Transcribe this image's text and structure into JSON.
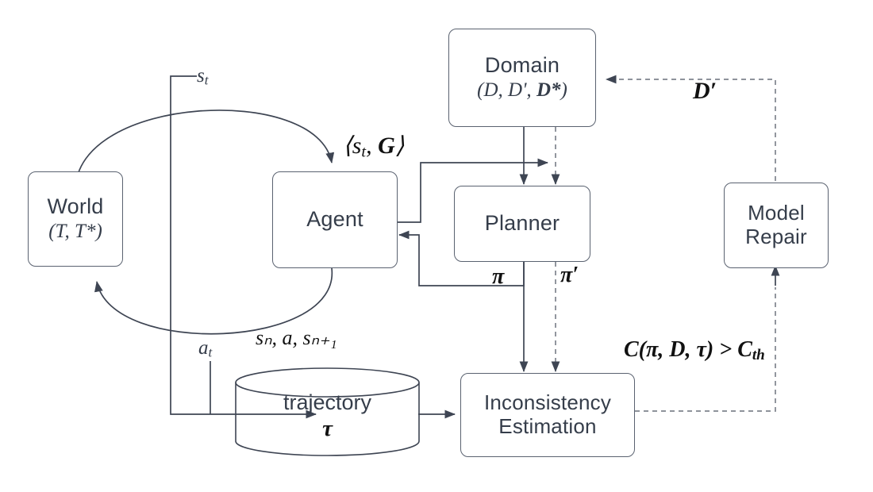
{
  "diagram": {
    "title": "Agent planning and model repair loop",
    "colors": {
      "node_stroke": "#5a6270",
      "node_text": "#353d4a",
      "wire_solid": "#3e4553",
      "wire_dashed": "#8b8f97",
      "label_black": "#111111",
      "background": "#ffffff"
    },
    "nodes": {
      "world": {
        "title": "World",
        "sub": "(T, T*)"
      },
      "agent": {
        "title": "Agent"
      },
      "domain": {
        "title": "Domain",
        "sub_pre": "(D, D', ",
        "sub_bold": "D*",
        "sub_post": ")"
      },
      "planner": {
        "title": "Planner"
      },
      "model_repair": {
        "title": "Model Repair"
      },
      "inconsistency": {
        "title": "Inconsistency Estimation"
      },
      "trajectory": {
        "title": "trajectory",
        "symbol": "τ"
      }
    },
    "edge_labels": {
      "s_t_top": {
        "base": "s",
        "sub": "t"
      },
      "a_t": {
        "base": "a",
        "sub": "t"
      },
      "transition": "sₙ, a, sₙ₊₁",
      "goal_tuple_open": "⟨",
      "goal_tuple_s": "s",
      "goal_tuple_sub": "t",
      "goal_tuple_sep": ", ",
      "goal_tuple_G": "G",
      "goal_tuple_close": "⟩",
      "pi": "π",
      "pi_prime": "π′",
      "d_prime": "D′",
      "cost_condition_pre": "C(",
      "cost_condition": "C(π, D, τ) > C",
      "cost_condition_sub": "th"
    }
  }
}
